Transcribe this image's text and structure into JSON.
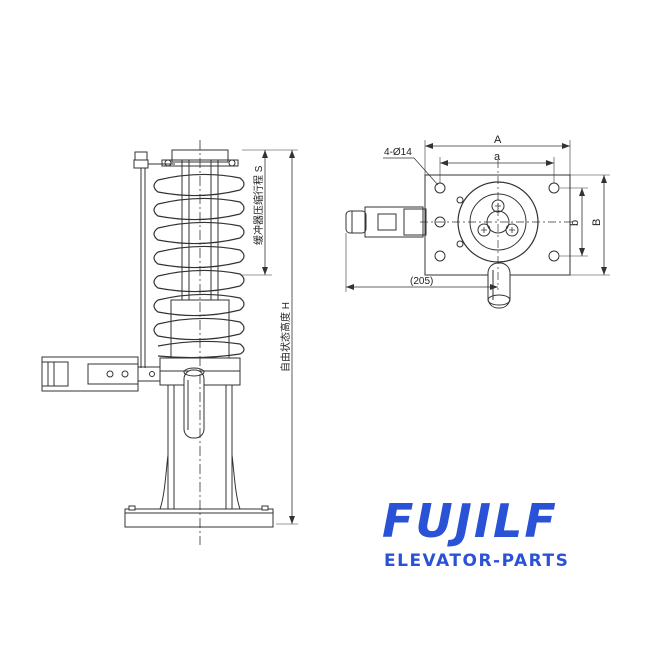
{
  "labels": {
    "a_upper": "A",
    "a_lower": "a",
    "hole_spec": "4-Ø14",
    "b_lower": "b",
    "b_upper": "B",
    "offset_205": "(205)",
    "stroke_s": "缓冲器压缩行程 S",
    "height_h": "自由状态高度 H"
  },
  "brand": {
    "name": "FUJILF",
    "tagline": "ELEVATOR-PARTS"
  },
  "colors": {
    "line": "#333333",
    "brand": "#2a52d6"
  }
}
